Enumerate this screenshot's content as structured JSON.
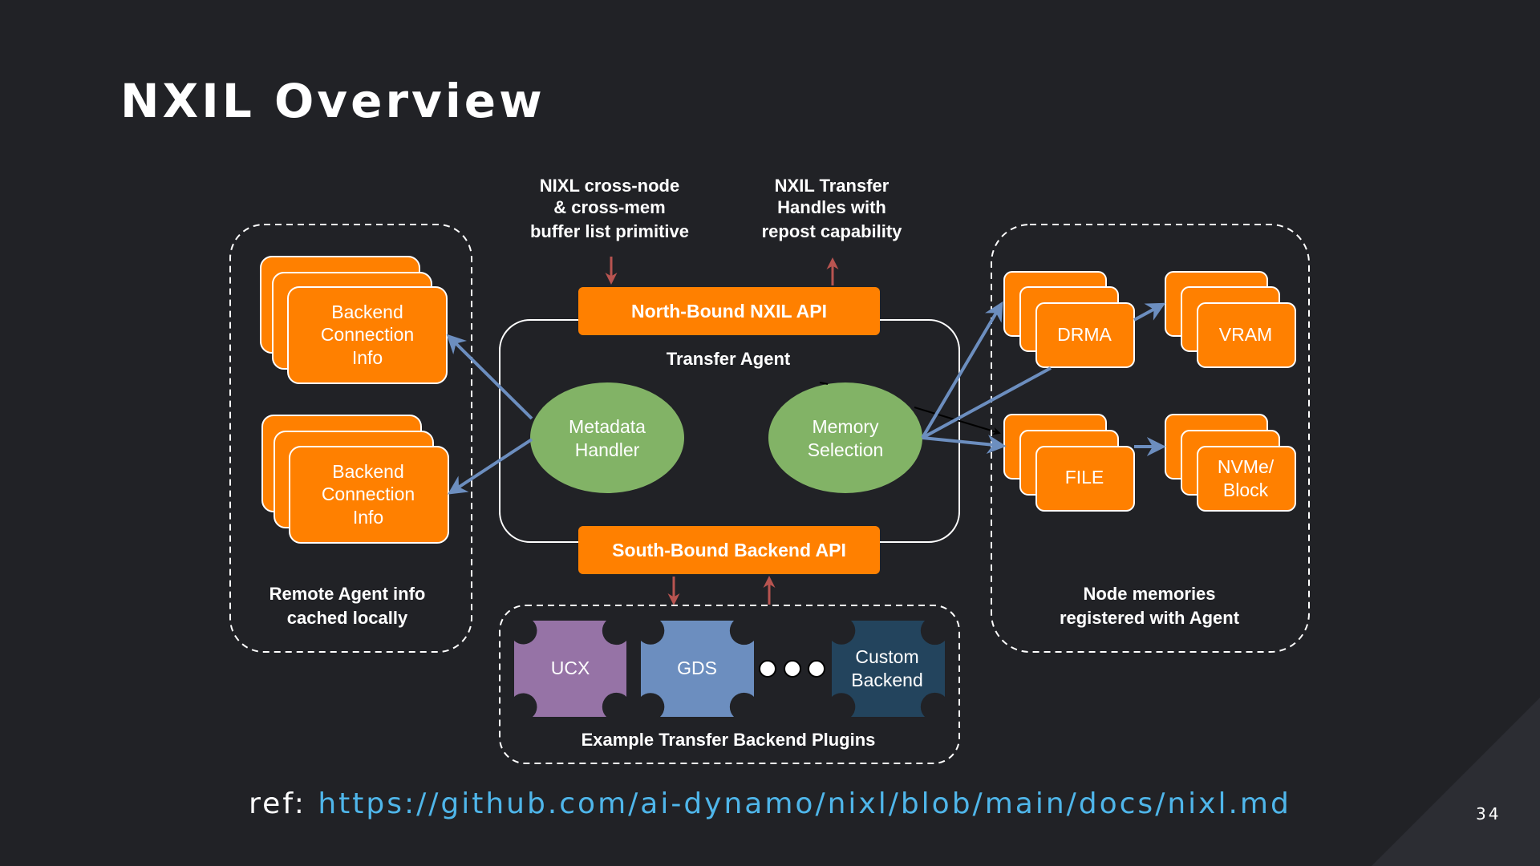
{
  "title": "NXIL Overview",
  "top_labels": {
    "cross_node": [
      "NIXL cross-node",
      "& cross-mem",
      "buffer list primitive"
    ],
    "transfer_handles": [
      "NXIL Transfer",
      "Handles with",
      "repost capability"
    ]
  },
  "remote_agent": {
    "cards": [
      [
        "Backend",
        "Connection",
        "Info"
      ],
      [
        "Backend",
        "Connection",
        "Info"
      ]
    ],
    "caption": [
      "Remote Agent info",
      "cached locally"
    ]
  },
  "agent": {
    "north_api": "North-Bound NXIL API",
    "label": "Transfer Agent",
    "metadata": [
      "Metadata",
      "Handler"
    ],
    "memory": [
      "Memory",
      "Selection"
    ],
    "south_api": "South-Bound Backend API"
  },
  "plugins": {
    "ucx": "UCX",
    "gds": "GDS",
    "custom": [
      "Custom",
      "Backend"
    ],
    "caption": "Example Transfer Backend Plugins"
  },
  "node_memories": {
    "drma": "DRMA",
    "vram": "VRAM",
    "file": "FILE",
    "nvme": [
      "NVMe/",
      "Block"
    ],
    "caption": [
      "Node memories",
      "registered with Agent"
    ]
  },
  "ref": {
    "prefix": "ref:",
    "url": "https://github.com/ai-dynamo/nixl/blob/main/docs/nixl.md"
  },
  "page_number": "34",
  "colors": {
    "orange": "#ff8000",
    "green": "#82b366",
    "ucx_purple": "#9673a6",
    "gds_blue": "#6c8ebf",
    "custom_navy": "#23445d",
    "arrow_blue": "#6c8ebf",
    "arrow_red": "#b85450",
    "link_cyan": "#4fb6ea"
  }
}
